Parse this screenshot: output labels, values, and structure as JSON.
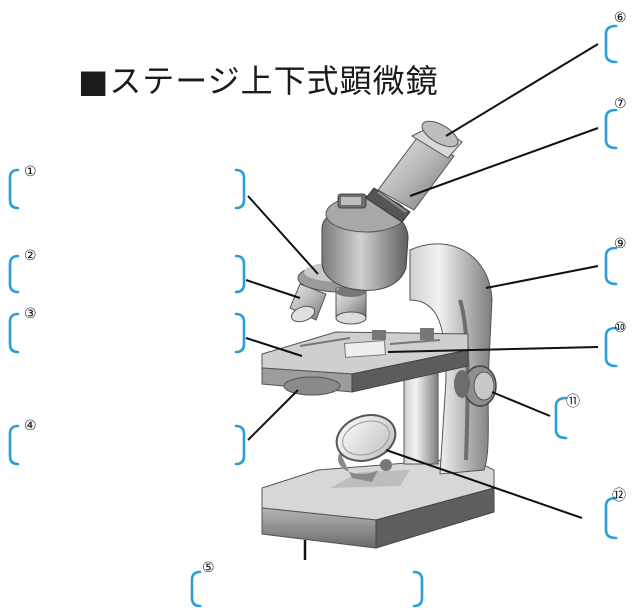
{
  "title": "■ステージ上下式顕微鏡",
  "colors": {
    "bracket": "#2a9fd6",
    "microscope_body": "#8f8f8f",
    "line": "#111111"
  },
  "labels": [
    {
      "id": "1",
      "text": "①"
    },
    {
      "id": "2",
      "text": "②"
    },
    {
      "id": "3",
      "text": "③"
    },
    {
      "id": "4",
      "text": "④"
    },
    {
      "id": "5",
      "text": "⑤"
    },
    {
      "id": "6",
      "text": "⑥"
    },
    {
      "id": "7",
      "text": "⑦"
    },
    {
      "id": "8",
      "text": ""
    },
    {
      "id": "9",
      "text": "⑨"
    },
    {
      "id": "10",
      "text": "⑩"
    },
    {
      "id": "11",
      "text": "⑪"
    },
    {
      "id": "12",
      "text": "⑫"
    }
  ]
}
